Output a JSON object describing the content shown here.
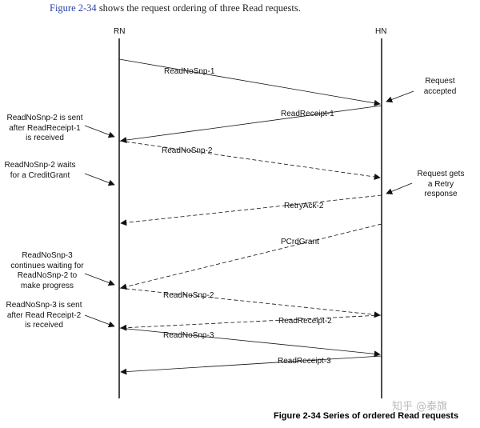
{
  "intro": {
    "figure_ref": "Figure 2-34",
    "text": " shows the request ordering of three Read requests."
  },
  "lanes": {
    "left": "RN",
    "right": "HN"
  },
  "messages": [
    {
      "label": "ReadNoSnp-1",
      "direction": "RN-to-HN",
      "style": "solid"
    },
    {
      "label": "ReadReceipt-1",
      "direction": "HN-to-RN",
      "style": "solid"
    },
    {
      "label": "ReadNoSnp-2",
      "direction": "RN-to-HN",
      "style": "dashed"
    },
    {
      "label": "RetryAck-2",
      "direction": "HN-to-RN",
      "style": "dashed"
    },
    {
      "label": "PCrdGrant",
      "direction": "HN-to-RN",
      "style": "dashed"
    },
    {
      "label": "ReadNoSnp-2",
      "direction": "RN-to-HN",
      "style": "dashed"
    },
    {
      "label": "ReadReceipt-2",
      "direction": "HN-to-RN",
      "style": "dashed"
    },
    {
      "label": "ReadNoSnp-3",
      "direction": "RN-to-HN",
      "style": "solid"
    },
    {
      "label": "ReadReceipt-3",
      "direction": "HN-to-RN",
      "style": "solid"
    }
  ],
  "notes": {
    "left": [
      [
        "ReadNoSnp-2 is sent",
        "after ReadReceipt-1",
        "is received"
      ],
      [
        "ReadNoSnp-2 waits",
        "for a CreditGrant"
      ],
      [
        "ReadNoSnp-3",
        "continues waiting for",
        "ReadNoSnp-2 to",
        "make progress"
      ],
      [
        "ReadNoSnp-3 is sent",
        "after Read Receipt-2",
        "is received"
      ]
    ],
    "right": [
      [
        "Request",
        "accepted"
      ],
      [
        "Request gets",
        "a Retry",
        "response"
      ]
    ]
  },
  "caption": "Figure 2-34 Series of ordered Read requests",
  "watermark": "知乎 @泰旗"
}
